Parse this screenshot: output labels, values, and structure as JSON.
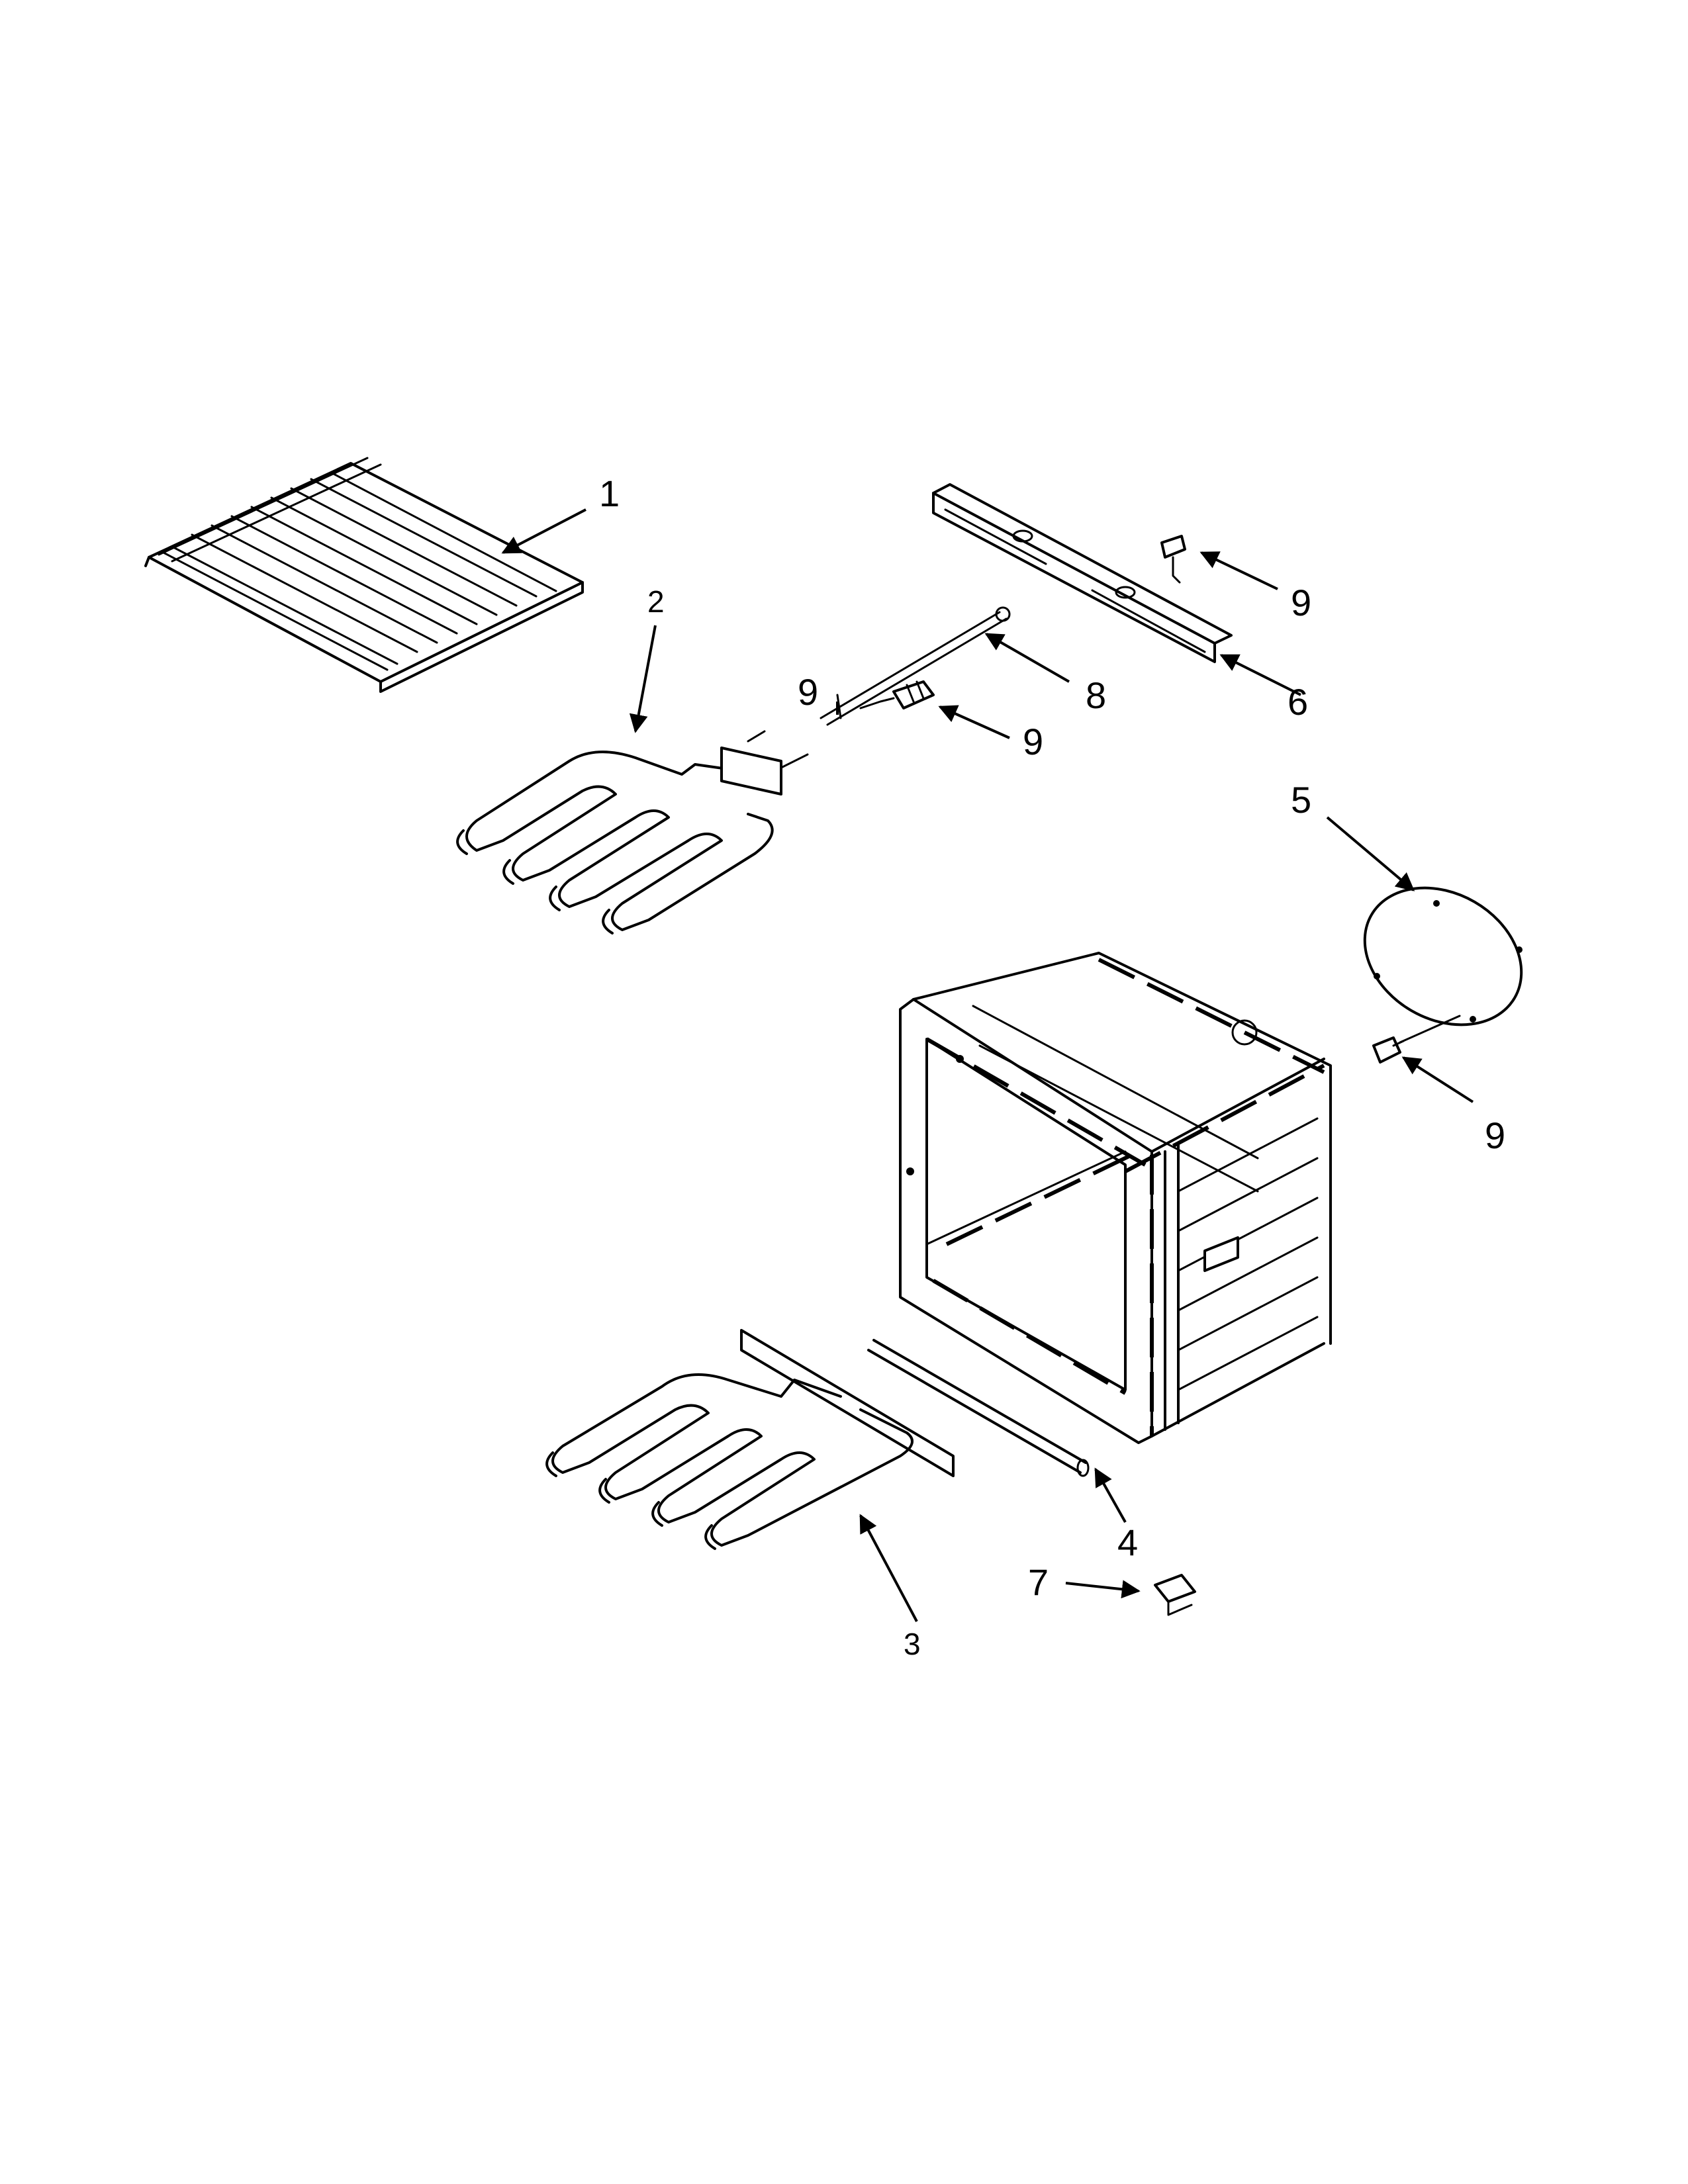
{
  "diagram": {
    "callouts": {
      "c1": "1",
      "c2": "2",
      "c3": "3",
      "c4": "4",
      "c5": "5",
      "c6": "6",
      "c7": "7",
      "c8": "8",
      "c9a": "9",
      "c9b": "9",
      "c9c": "9",
      "c9d": "9"
    }
  }
}
